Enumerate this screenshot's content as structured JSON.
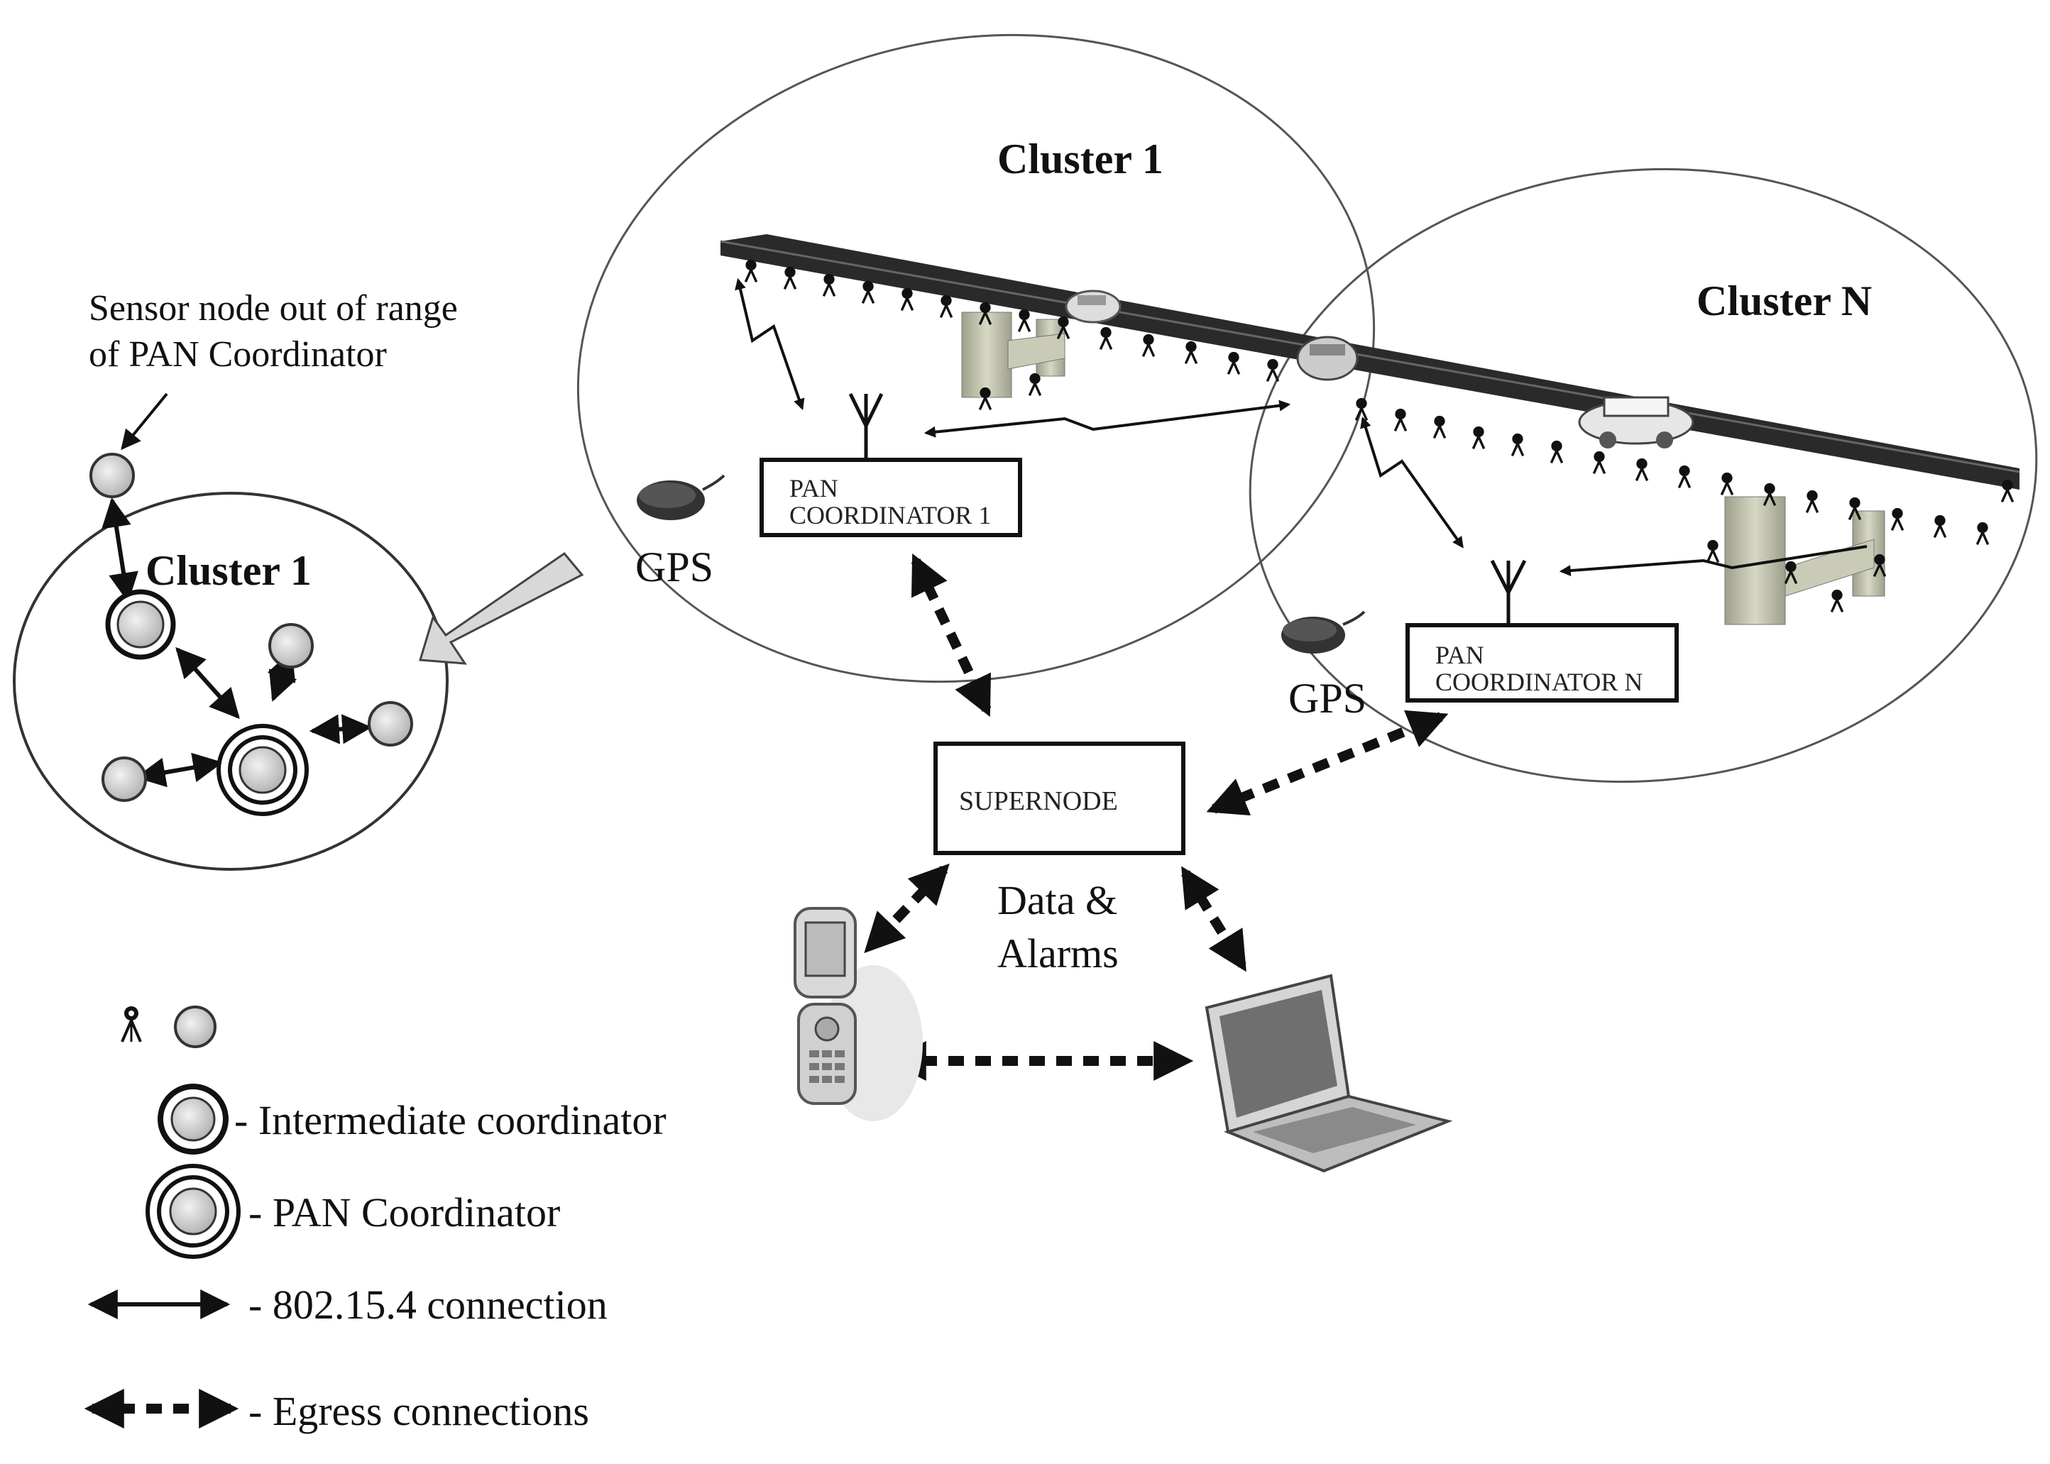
{
  "labels": {
    "sensor_out_of_range": [
      "Sensor node out of range",
      "of PAN Coordinator"
    ],
    "cluster_inset": "Cluster 1",
    "cluster_1": "Cluster 1",
    "cluster_n": "Cluster N",
    "gps_1": "GPS",
    "gps_n": "GPS",
    "pan_1": [
      "PAN",
      "COORDINATOR 1"
    ],
    "pan_n": [
      "PAN",
      "COORDINATOR  N"
    ],
    "supernode": "SUPERNODE",
    "data_alarms": [
      "Data &",
      "Alarms"
    ]
  },
  "legend": {
    "intermediate": "- Intermediate coordinator",
    "pan": "- PAN Coordinator",
    "connection_802": "- 802.15.4 connection",
    "egress": "- Egress connections"
  },
  "icons": [
    "sensor-node-icon",
    "node-icon",
    "intermediate-coordinator-icon",
    "pan-coordinator-icon",
    "antenna-icon",
    "gps-device-icon",
    "car-icon",
    "bridge-pillar-icon",
    "mobile-phone-icon",
    "laptop-icon"
  ],
  "colors": {
    "line": "#111111",
    "node_fill": "#cfcfcf",
    "deck": "#2a2a2a",
    "pillar": "#b9bca6"
  }
}
